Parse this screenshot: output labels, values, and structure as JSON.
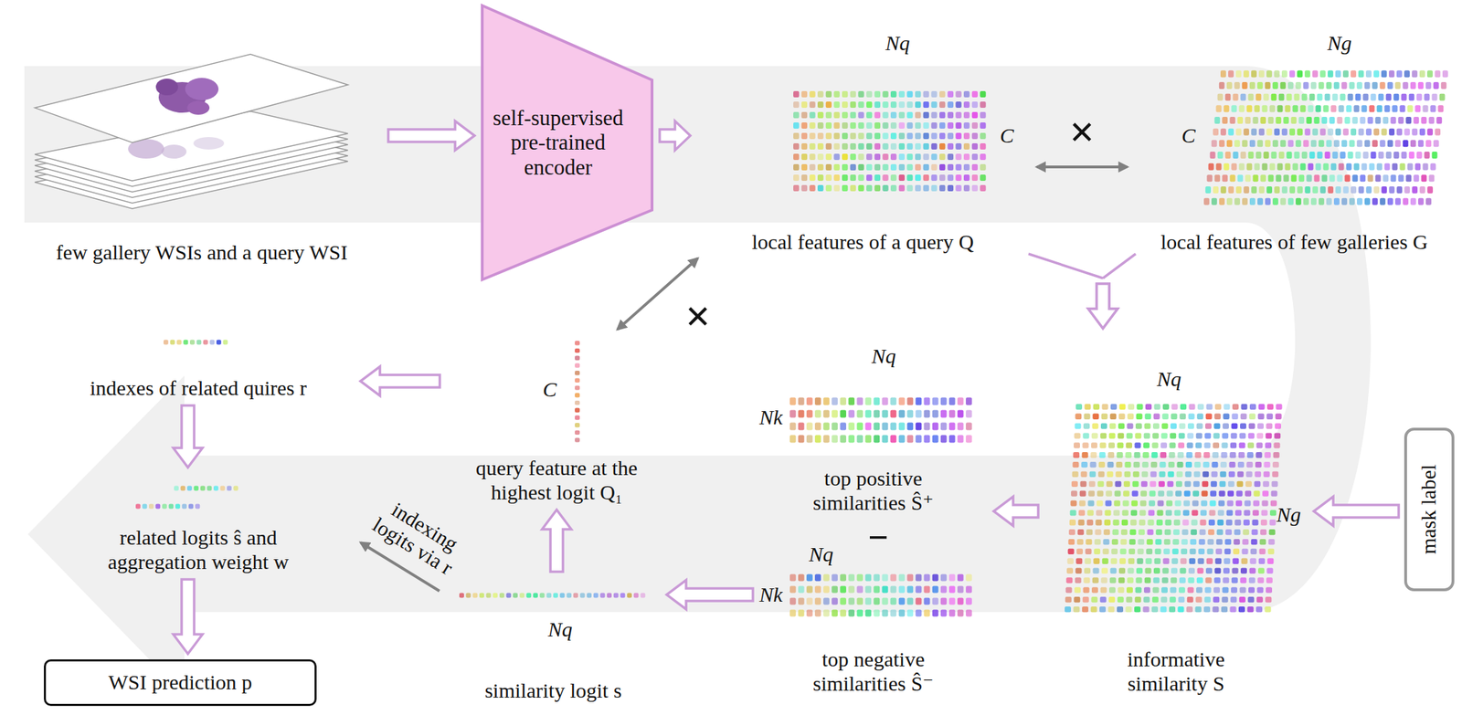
{
  "diagram": {
    "nodes": [
      {
        "text": [
          "few gallery WSIs and a query WSI"
        ]
      },
      {
        "text": [
          "self-supervised pre-trained encoder"
        ]
      },
      {
        "text": [
          "local features of a query Q"
        ]
      },
      {
        "text": [
          "local features of few galleries G"
        ]
      },
      {
        "text": [
          "informative similarity S"
        ]
      },
      {
        "text": [
          "mask label"
        ]
      },
      {
        "text": [
          "top positive similarities Ŝ⁺"
        ]
      },
      {
        "text": [
          "top negative similarities Ŝ⁻"
        ]
      },
      {
        "text": [
          "similarity logit s"
        ]
      },
      {
        "text": [
          "query feature at the highest logit Q₁"
        ]
      },
      {
        "text": [
          "indexes of related quires r"
        ]
      },
      {
        "text": [
          "related logits ŝ and aggregation weight w"
        ]
      },
      {
        "text": [
          "WSI prediction p"
        ]
      }
    ],
    "edges": [
      {
        "from": 0,
        "to": 1,
        "arrow": "to"
      },
      {
        "from": 1,
        "to": 2,
        "arrow": "to"
      },
      {
        "from": 2,
        "to": 3,
        "label": "×",
        "arrow": "both"
      },
      {
        "from": 2,
        "to": 4,
        "arrow": "to"
      },
      {
        "from": 3,
        "to": 4,
        "arrow": "to"
      },
      {
        "from": 5,
        "to": 4,
        "arrow": "to"
      },
      {
        "from": 4,
        "to": 6,
        "arrow": "to"
      },
      {
        "from": 7,
        "to": 8,
        "arrow": "to"
      },
      {
        "from": 8,
        "to": 9,
        "arrow": "to"
      },
      {
        "from": 9,
        "to": 2,
        "label": "×",
        "arrow": "both"
      },
      {
        "from": 9,
        "to": 10,
        "arrow": "to"
      },
      {
        "from": 10,
        "to": 11,
        "arrow": "to"
      },
      {
        "from": 8,
        "to": 11,
        "label": "indexing logits via r",
        "arrow": "to"
      },
      {
        "from": 11,
        "to": 12,
        "arrow": "to"
      }
    ],
    "labels": [
      "Nq",
      "C",
      "Ng",
      "C",
      "Nq",
      "Ng",
      "Nq",
      "Nk",
      "−",
      "Nq",
      "Nk",
      "C",
      "Nq"
    ]
  }
}
